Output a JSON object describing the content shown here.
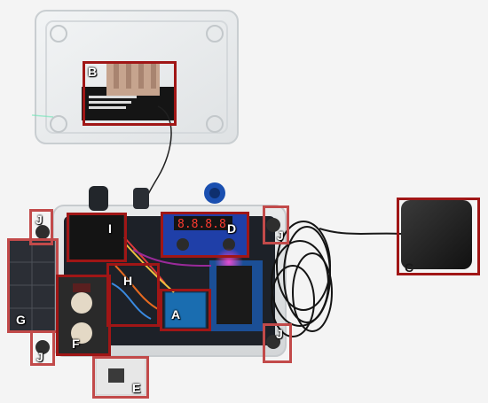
{
  "labels": {
    "a": "A",
    "b": "B",
    "c": "C",
    "d": "D",
    "e": "E",
    "f": "F",
    "g": "G",
    "h": "H",
    "i": "I",
    "j": "J"
  },
  "colors": {
    "background": "#f4f4f4",
    "callout_border": "#a01616",
    "label_text": "#ffffff",
    "enclosure_lid": "#e7e9ea",
    "enclosure_base": "#e2e4e5",
    "board_green": "#1b4f96",
    "converter_blue": "#1f3fa8",
    "display_red": "#ff3b2f",
    "gps_antenna": "#1f1f1f",
    "battery": "#5a1f1f",
    "solar_panel": "#2b2e35"
  }
}
